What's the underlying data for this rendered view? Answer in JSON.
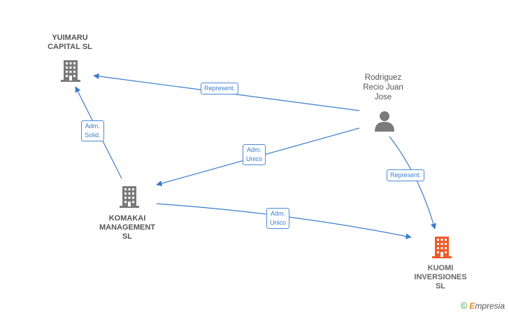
{
  "nodes": {
    "yuimaru": {
      "line1": "YUIMARU",
      "line2": "CAPITAL  SL",
      "type": "company",
      "color": "#7a7a7a"
    },
    "rodriguez": {
      "line1": "Rodriguez",
      "line2": "Recio Juan",
      "line3": "Jose",
      "type": "person",
      "color": "#7a7a7a"
    },
    "komakai": {
      "line1": "KOMAKAI",
      "line2": "MANAGEMENT",
      "line3": "SL",
      "type": "company",
      "color": "#7a7a7a"
    },
    "kuomi": {
      "line1": "KUOMI",
      "line2": "INVERSIONES",
      "line3": "SL",
      "type": "company",
      "color": "#f05a28"
    }
  },
  "edges": {
    "rodriguez_yuimaru": {
      "label": "Represent."
    },
    "komakai_yuimaru": {
      "line1": "Adm.",
      "line2": "Solid."
    },
    "rodriguez_komakai": {
      "line1": "Adm.",
      "line2": "Unico"
    },
    "rodriguez_kuomi": {
      "label": "Represent."
    },
    "komakai_kuomi": {
      "line1": "Adm.",
      "line2": "Unico"
    }
  },
  "colors": {
    "edge": "#3a7ccc",
    "accent": "#f05a28"
  },
  "footer": {
    "copyright": "©",
    "brand_first": "E",
    "brand_rest": "mpresia"
  }
}
